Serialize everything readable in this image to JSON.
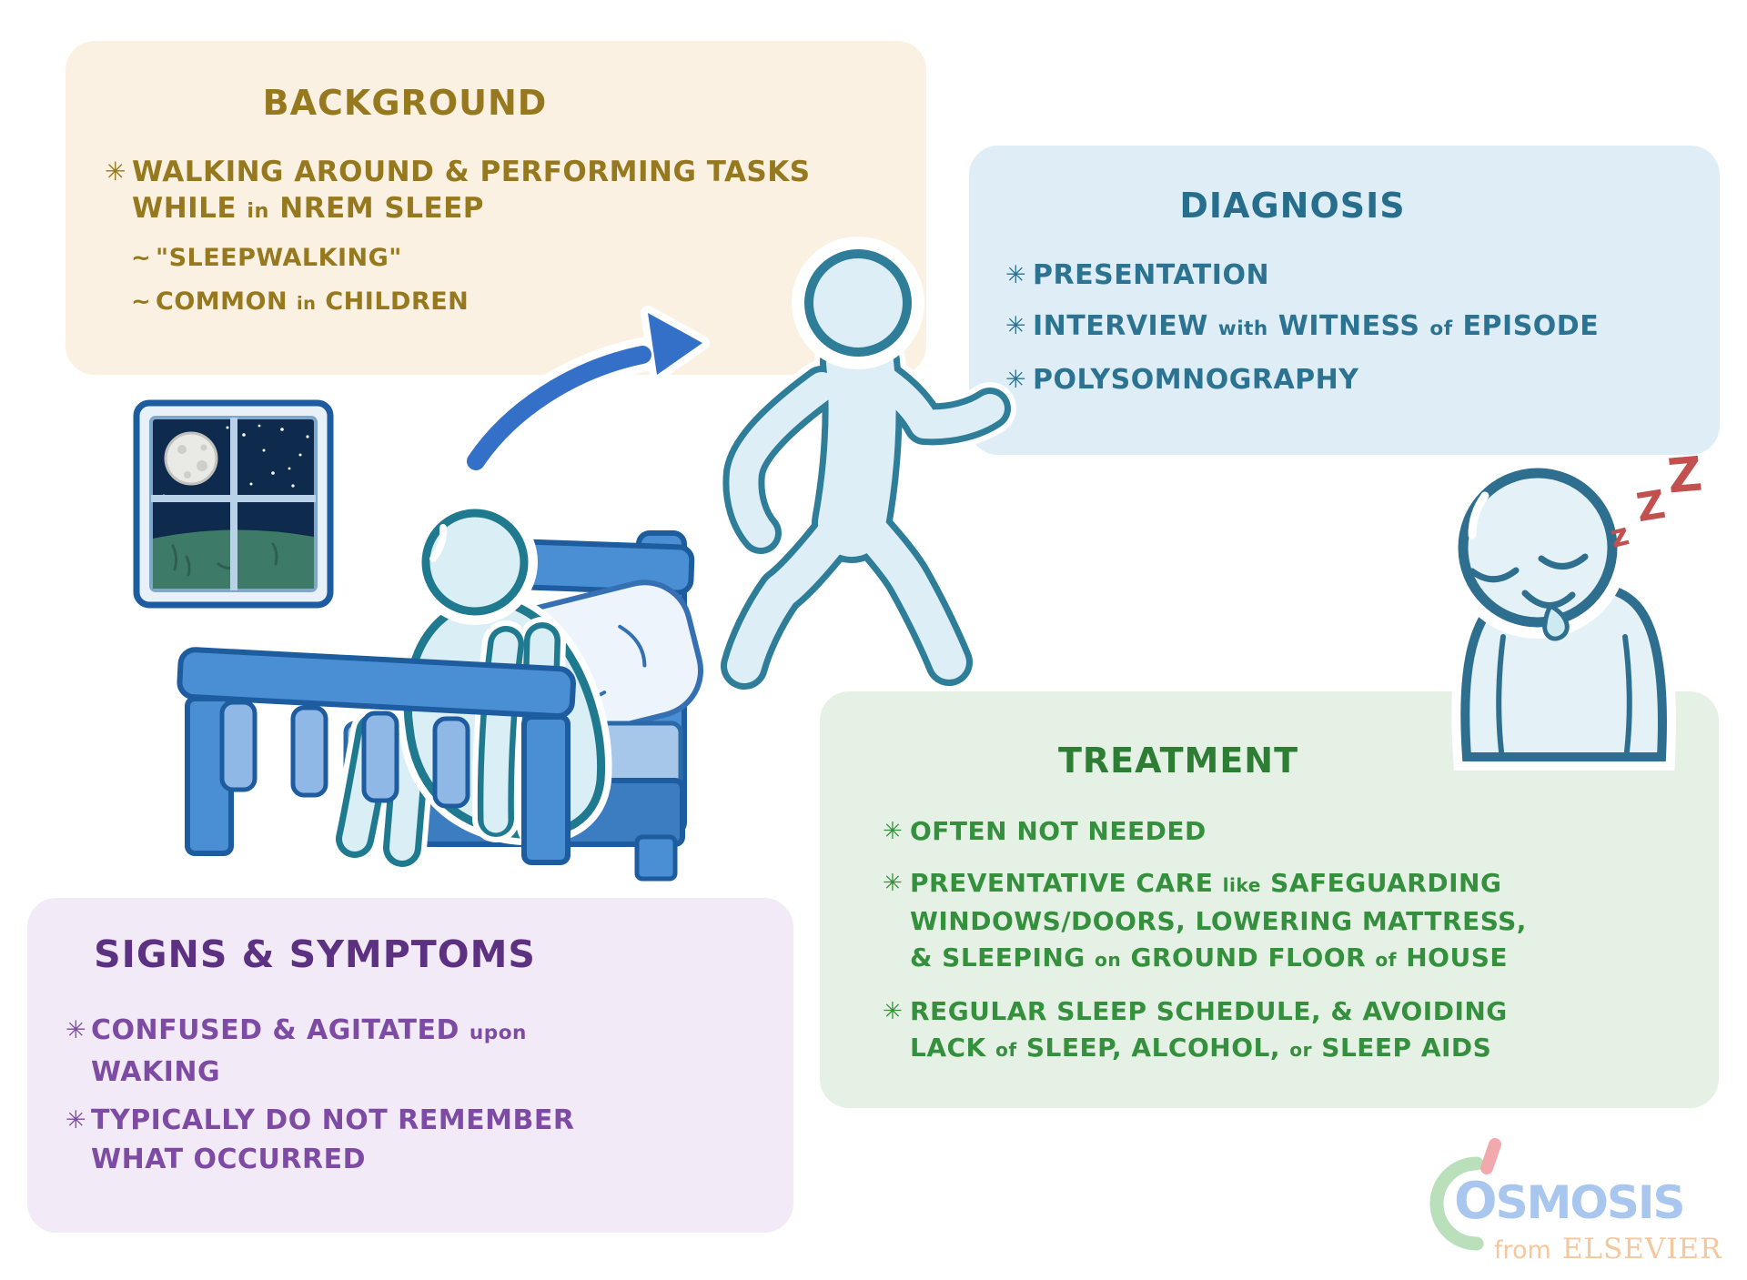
{
  "colors": {
    "background_accent": "#96781e",
    "diagnosis_accent": "#276e8d",
    "treatment_accent": "#35903e",
    "signs_accent": "#5c3181",
    "figure_outline": "#2e7d99",
    "arrow_blue": "#3470c8",
    "zzz_red": "#c2504e",
    "logo_blue": "#a9c7ee",
    "logo_green": "#b9e0ba",
    "logo_peach": "#f6c79c"
  },
  "panels": {
    "background": {
      "title": "BACKGROUND",
      "bullets": [
        {
          "marker": "✳︎",
          "lines": [
            [
              {
                "t": "WALKING AROUND & PERFORMING TASKS"
              }
            ],
            [
              {
                "t": "WHILE "
              },
              {
                "t": "in",
                "s": true
              },
              {
                "t": " NREM SLEEP"
              }
            ]
          ]
        },
        {
          "marker": "~",
          "lines": [
            [
              {
                "t": "\"SLEEPWALKING\""
              }
            ]
          ]
        },
        {
          "marker": "~",
          "lines": [
            [
              {
                "t": "COMMON "
              },
              {
                "t": "in",
                "s": true
              },
              {
                "t": " CHILDREN"
              }
            ]
          ]
        }
      ]
    },
    "diagnosis": {
      "title": "DIAGNOSIS",
      "bullets": [
        {
          "marker": "✳︎",
          "lines": [
            [
              {
                "t": "PRESENTATION"
              }
            ]
          ]
        },
        {
          "marker": "✳︎",
          "lines": [
            [
              {
                "t": "INTERVIEW "
              },
              {
                "t": "with",
                "s": true
              },
              {
                "t": " WITNESS "
              },
              {
                "t": "of",
                "s": true
              },
              {
                "t": " EPISODE"
              }
            ]
          ]
        },
        {
          "marker": "✳︎",
          "lines": [
            [
              {
                "t": "POLYSOMNOGRAPHY"
              }
            ]
          ]
        }
      ]
    },
    "treatment": {
      "title": "TREATMENT",
      "bullets": [
        {
          "marker": "✳︎",
          "lines": [
            [
              {
                "t": "OFTEN NOT NEEDED"
              }
            ]
          ]
        },
        {
          "marker": "✳︎",
          "lines": [
            [
              {
                "t": "PREVENTATIVE CARE "
              },
              {
                "t": "like",
                "s": true
              },
              {
                "t": " SAFEGUARDING"
              }
            ],
            [
              {
                "t": "WINDOWS/DOORS, LOWERING MATTRESS,"
              }
            ],
            [
              {
                "t": "& SLEEPING "
              },
              {
                "t": "on",
                "s": true
              },
              {
                "t": " GROUND FLOOR "
              },
              {
                "t": "of",
                "s": true
              },
              {
                "t": " HOUSE"
              }
            ]
          ]
        },
        {
          "marker": "✳︎",
          "lines": [
            [
              {
                "t": "REGULAR SLEEP SCHEDULE, & AVOIDING"
              }
            ],
            [
              {
                "t": "LACK "
              },
              {
                "t": "of",
                "s": true
              },
              {
                "t": " SLEEP, ALCOHOL, "
              },
              {
                "t": "or",
                "s": true
              },
              {
                "t": " SLEEP AIDS"
              }
            ]
          ]
        }
      ]
    },
    "signs": {
      "title": "SIGNS & SYMPTOMS",
      "bullets": [
        {
          "marker": "✳︎",
          "lines": [
            [
              {
                "t": "CONFUSED & AGITATED "
              },
              {
                "t": "upon",
                "s": true
              }
            ],
            [
              {
                "t": "WAKING"
              }
            ]
          ]
        },
        {
          "marker": "✳︎",
          "lines": [
            [
              {
                "t": "TYPICALLY DO NOT REMEMBER"
              }
            ],
            [
              {
                "t": "WHAT OCCURRED"
              }
            ]
          ]
        }
      ]
    }
  },
  "zzz": [
    "z",
    "Z",
    "Z"
  ],
  "logo": {
    "brand_first": "O",
    "brand_rest": "SMOSIS",
    "from": "from",
    "elsevier": "ELSEVIER"
  }
}
